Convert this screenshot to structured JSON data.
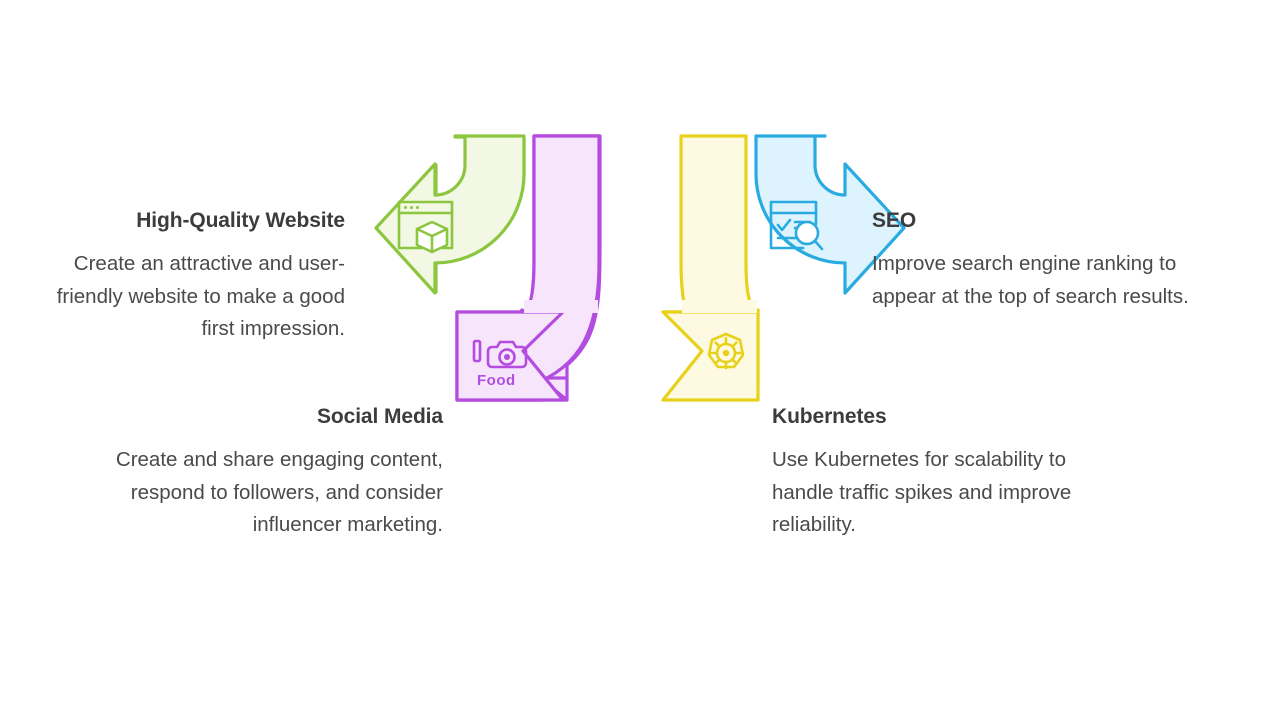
{
  "diagram": {
    "type": "radial-arrow-diagram",
    "background_color": "#ffffff",
    "branches": [
      {
        "id": "high-quality-website",
        "title": "High-Quality Website",
        "description": "Create an attractive and user-friendly website to make a good first impression.",
        "direction": "left",
        "stroke_color": "#8cc63f",
        "fill_color": "#f2f8e3",
        "icon": "browser-window-cube-icon",
        "icon_label": ""
      },
      {
        "id": "social-media",
        "title": "Social Media",
        "description": "Create and share engaging content, respond to followers, and consider influencer marketing.",
        "direction": "left",
        "stroke_color": "#b44ce0",
        "fill_color": "#f7e6fb",
        "icon": "camera-food-icon",
        "icon_label": "Food"
      },
      {
        "id": "seo",
        "title": "SEO",
        "description": "Improve search engine ranking to appear at the top of search results.",
        "direction": "right",
        "stroke_color": "#29abe2",
        "fill_color": "#ddf3fd",
        "icon": "search-checklist-icon",
        "icon_label": ""
      },
      {
        "id": "kubernetes",
        "title": "Kubernetes",
        "description": "Use Kubernetes for scalability to handle traffic spikes and improve reliability.",
        "direction": "right",
        "stroke_color": "#e8d11a",
        "fill_color": "#fdfae1",
        "icon": "kubernetes-helm-icon",
        "icon_label": ""
      }
    ],
    "text_colors": {
      "title": "#3c3c3c",
      "description": "#4a4a4a"
    }
  }
}
